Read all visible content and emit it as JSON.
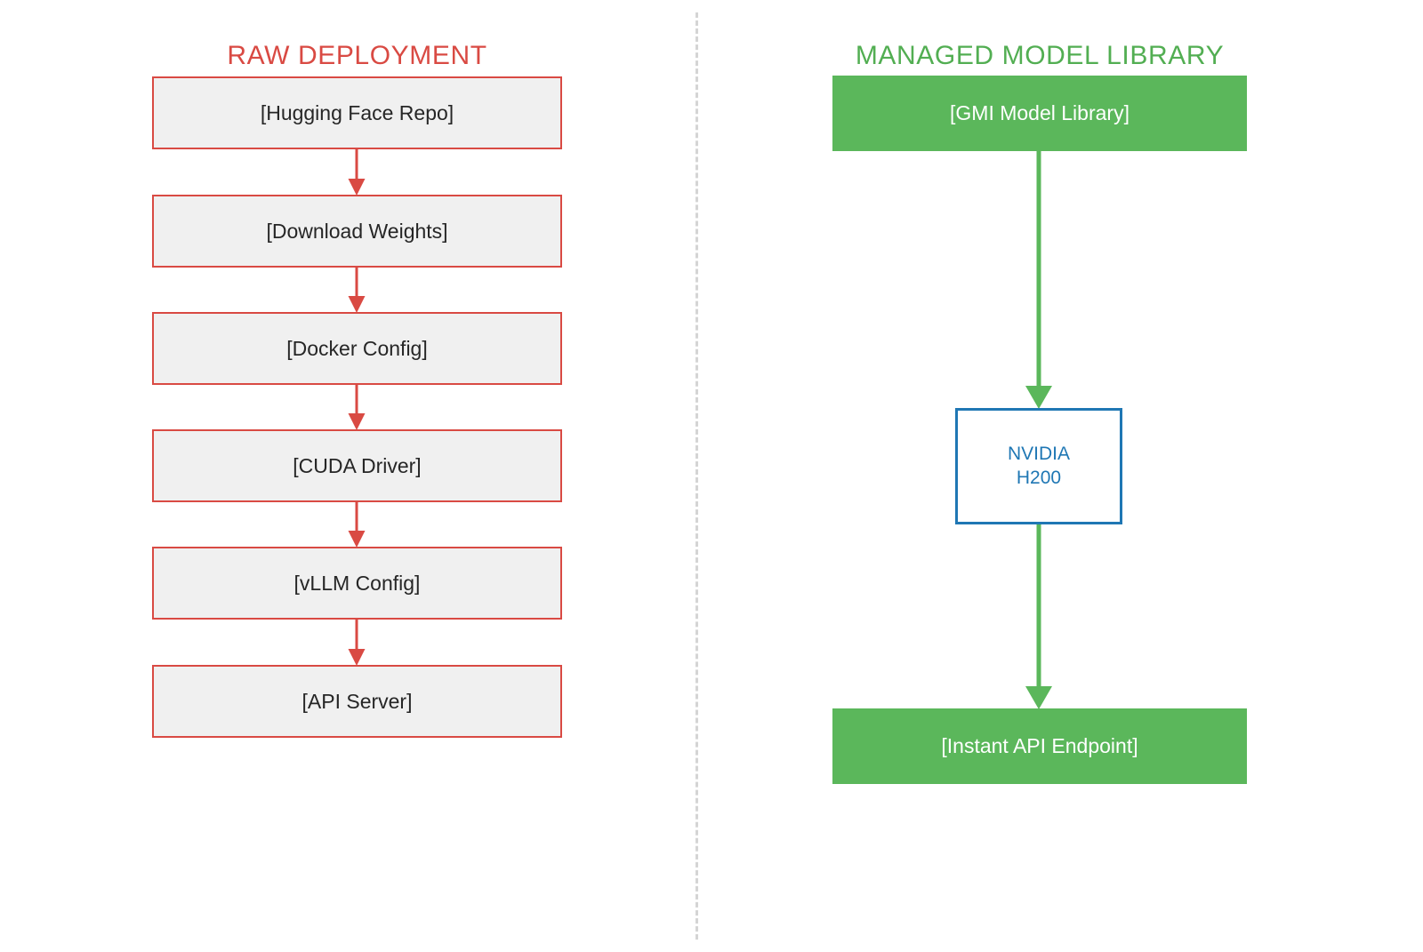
{
  "diagram": {
    "title_left": "RAW DEPLOYMENT",
    "title_right": "MANAGED MODEL LIBRARY",
    "colors": {
      "red": "#d94a43",
      "green": "#5bb75b",
      "blue": "#1f77b4",
      "box_fill_gray": "#f0f0f0",
      "text_dark": "#262626",
      "divider_gray": "#d5d5d5"
    },
    "left_column": {
      "heading": "RAW DEPLOYMENT",
      "nodes": [
        {
          "label": "[Hugging Face Repo]"
        },
        {
          "label": "[Download Weights]"
        },
        {
          "label": "[Docker Config]"
        },
        {
          "label": "[CUDA Driver]"
        },
        {
          "label": "[vLLM Config]"
        },
        {
          "label": "[API Server]"
        }
      ],
      "connector_count": 5,
      "connector_style": "solid red arrow, downward"
    },
    "right_column": {
      "heading": "MANAGED MODEL LIBRARY",
      "nodes": [
        {
          "label": "[GMI Model Library]",
          "style": "green-filled"
        },
        {
          "label_line1": "NVIDIA",
          "label_line2": "H200",
          "style": "blue-outline"
        },
        {
          "label": "[Instant API Endpoint]",
          "style": "green-filled"
        }
      ],
      "connector_count": 2,
      "connector_style": "solid green arrow, downward"
    },
    "divider": {
      "name": "vertical-dashed-separator",
      "style": "dashed"
    }
  }
}
